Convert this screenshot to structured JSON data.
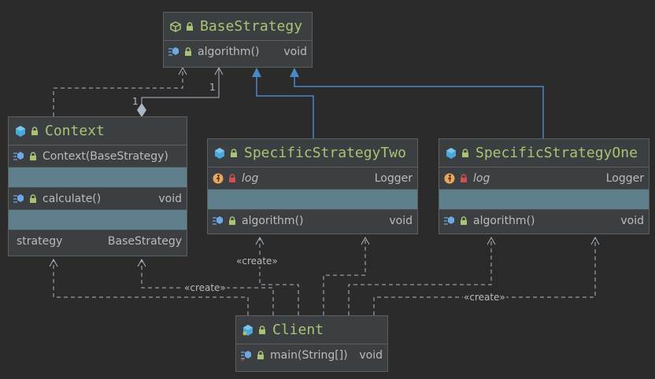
{
  "classes": {
    "base_strategy": {
      "name": "BaseStrategy",
      "methods": [
        {
          "name": "algorithm()",
          "type": "void"
        }
      ]
    },
    "context": {
      "name": "Context",
      "constructor": {
        "name": "Context(BaseStrategy)"
      },
      "methods": [
        {
          "name": "calculate()",
          "type": "void"
        }
      ],
      "properties": [
        {
          "name": "strategy",
          "type": "BaseStrategy"
        }
      ]
    },
    "specific_two": {
      "name": "SpecificStrategyTwo",
      "fields": [
        {
          "name": "log",
          "type": "Logger"
        }
      ],
      "methods": [
        {
          "name": "algorithm()",
          "type": "void"
        }
      ]
    },
    "specific_one": {
      "name": "SpecificStrategyOne",
      "fields": [
        {
          "name": "log",
          "type": "Logger"
        }
      ],
      "methods": [
        {
          "name": "algorithm()",
          "type": "void"
        }
      ]
    },
    "client": {
      "name": "Client",
      "methods": [
        {
          "name": "main(String[])",
          "type": "void"
        }
      ]
    }
  },
  "edges": {
    "create_label": "«create»",
    "multiplicity_one": "1"
  },
  "colors": {
    "background": "#2b2b2b",
    "class_fill": "#3c3f41",
    "class_name": "#a9c374",
    "band": "#5f7f8c",
    "realization": "#4a88c7",
    "dependency": "#a9b7c6"
  },
  "icons": [
    "interface-icon",
    "class-icon",
    "lock-icon",
    "method-icon",
    "static-field-icon",
    "main-method-icon"
  ]
}
